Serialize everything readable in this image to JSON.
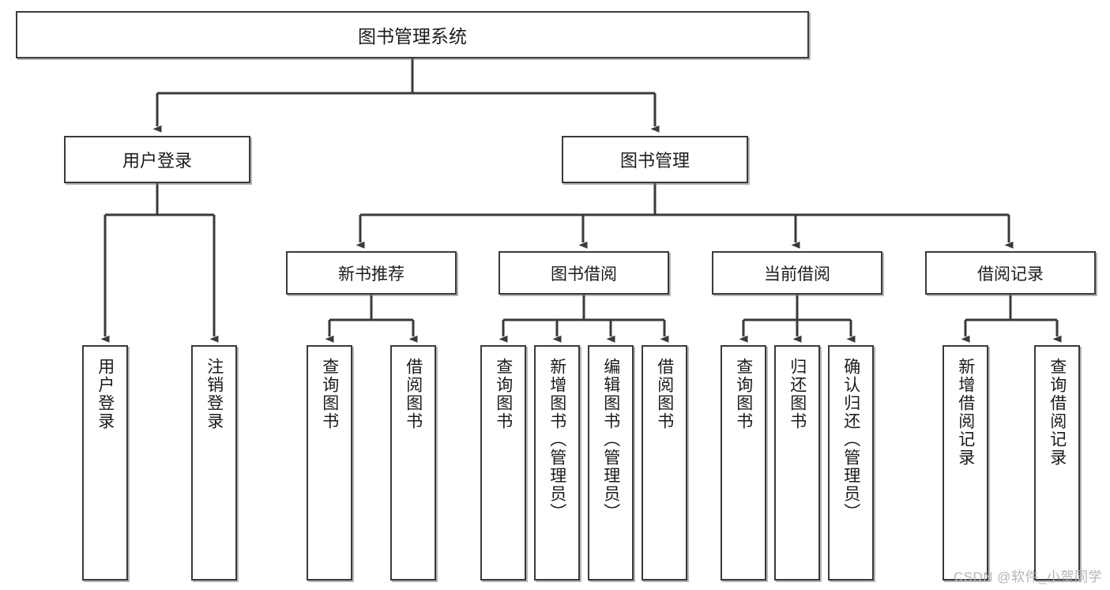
{
  "diagram": {
    "title": "图书管理系统",
    "type": "hierarchy-tree",
    "colors": {
      "box_border": "#3a3a3a",
      "box_fill": "#ffffff",
      "line": "#3a3a3a",
      "text": "#1b1b1b",
      "watermark": "#b4b4b4"
    },
    "root": {
      "label": "图书管理系统"
    },
    "level2": [
      {
        "label": "用户登录"
      },
      {
        "label": "图书管理"
      }
    ],
    "level3": [
      {
        "label": "新书推荐"
      },
      {
        "label": "图书借阅"
      },
      {
        "label": "当前借阅"
      },
      {
        "label": "借阅记录"
      }
    ],
    "leaves": {
      "user_login": [
        {
          "label": "用户登录"
        },
        {
          "label": "注销登录"
        }
      ],
      "new_book_recommend": [
        {
          "label": "查询图书"
        },
        {
          "label": "借阅图书"
        }
      ],
      "book_borrow": [
        {
          "label": "查询图书"
        },
        {
          "label": "新增图书（管理员）"
        },
        {
          "label": "编辑图书（管理员）"
        },
        {
          "label": "借阅图书"
        }
      ],
      "current_borrow": [
        {
          "label": "查询图书"
        },
        {
          "label": "归还图书"
        },
        {
          "label": "确认归还（管理员）"
        }
      ],
      "borrow_record": [
        {
          "label": "新增借阅记录"
        },
        {
          "label": "查询借阅记录"
        }
      ]
    }
  },
  "watermark": {
    "text": "CSDN @软件_小贺同学"
  }
}
